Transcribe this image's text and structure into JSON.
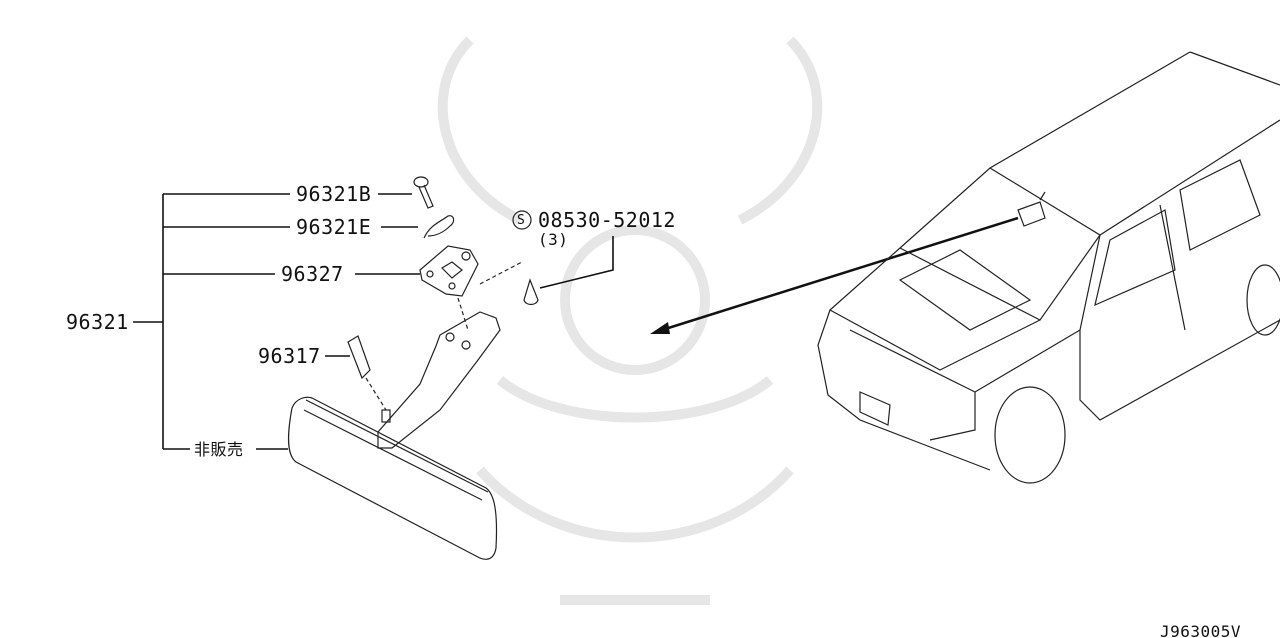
{
  "diagram": {
    "parts": [
      {
        "id": "96321",
        "label": "96321"
      },
      {
        "id": "96321B",
        "label": "96321B"
      },
      {
        "id": "96321E",
        "label": "96321E"
      },
      {
        "id": "96327",
        "label": "96327"
      },
      {
        "id": "96317",
        "label": "96317"
      },
      {
        "id": "not-for-sale",
        "label": "非販売"
      }
    ],
    "screw": {
      "symbol": "S",
      "part_number": "08530-52012",
      "quantity": "(3)"
    },
    "diagram_code": "J963005V"
  },
  "colors": {
    "line": "#111111",
    "watermark": "#e6e6e6",
    "background": "#ffffff"
  }
}
